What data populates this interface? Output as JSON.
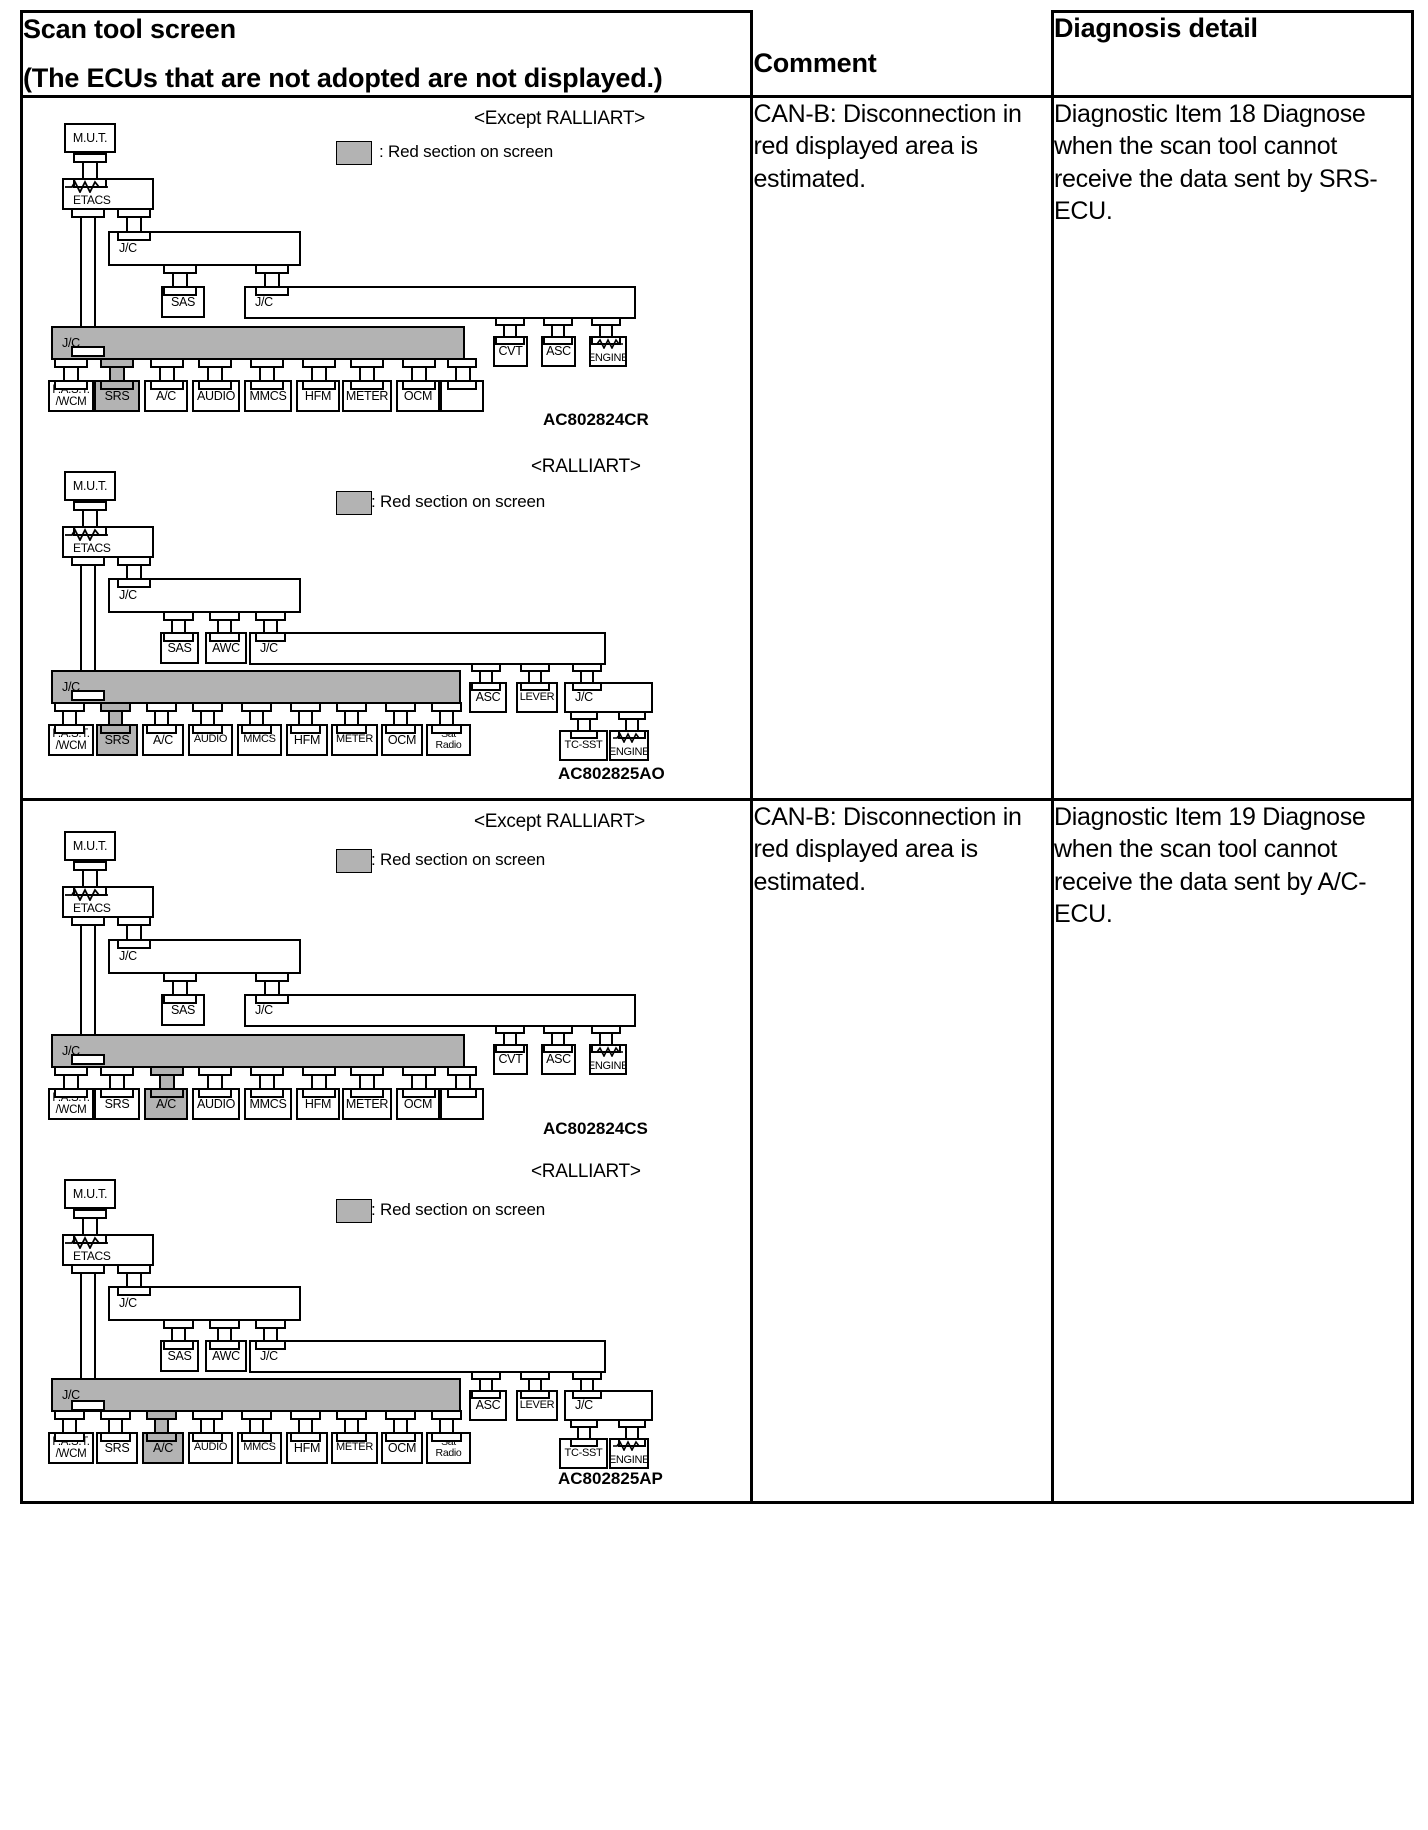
{
  "header": {
    "col1_title": "Scan tool screen",
    "col1_sub": "(The ECUs that are not adopted are not displayed.)",
    "col2_title": "Comment",
    "col3_title": "Diagnosis detail"
  },
  "legend": {
    "swatch_text": ": Red section on screen",
    "swatch_color": "#b3b3b3"
  },
  "variants": {
    "except_ralliart": "<Except RALLIART>",
    "ralliart": "<RALLIART>"
  },
  "rows": [
    {
      "comment": "CAN-B: Disconnection in red displayed area is estimated.",
      "diagnosis": "Diagnostic Item 18 Diagnose when the scan tool cannot receive the data sent by SRS-ECU.",
      "diagram_codes": [
        "AC802824CR",
        "AC802825AO"
      ],
      "highlight": "SRS"
    },
    {
      "comment": "CAN-B: Disconnection in red displayed area is estimated.",
      "diagnosis": "Diagnostic Item 19 Diagnose when the scan tool cannot receive the data sent by A/C-ECU.",
      "diagram_codes": [
        "AC802824CS",
        "AC802825AP"
      ],
      "highlight": "A/C"
    }
  ],
  "nodes": {
    "mut": "M.U.T.",
    "etacs": "ETACS",
    "jc": "J/C",
    "sas": "SAS",
    "awc": "AWC",
    "cvt": "CVT",
    "asc": "ASC",
    "lever": "LEVER",
    "engine": "ENGINE",
    "tcsst": "TC-SST",
    "fast_wcm_1": "F.A.S.T.",
    "fast_wcm_2": "/WCM",
    "srs": "SRS",
    "ac": "A/C",
    "audio": "AUDIO",
    "mmcs": "MMCS",
    "hfm": "HFM",
    "meter": "METER",
    "ocm": "OCM",
    "sat_1": "Sat",
    "sat_2": "Radio",
    "blank": ""
  }
}
